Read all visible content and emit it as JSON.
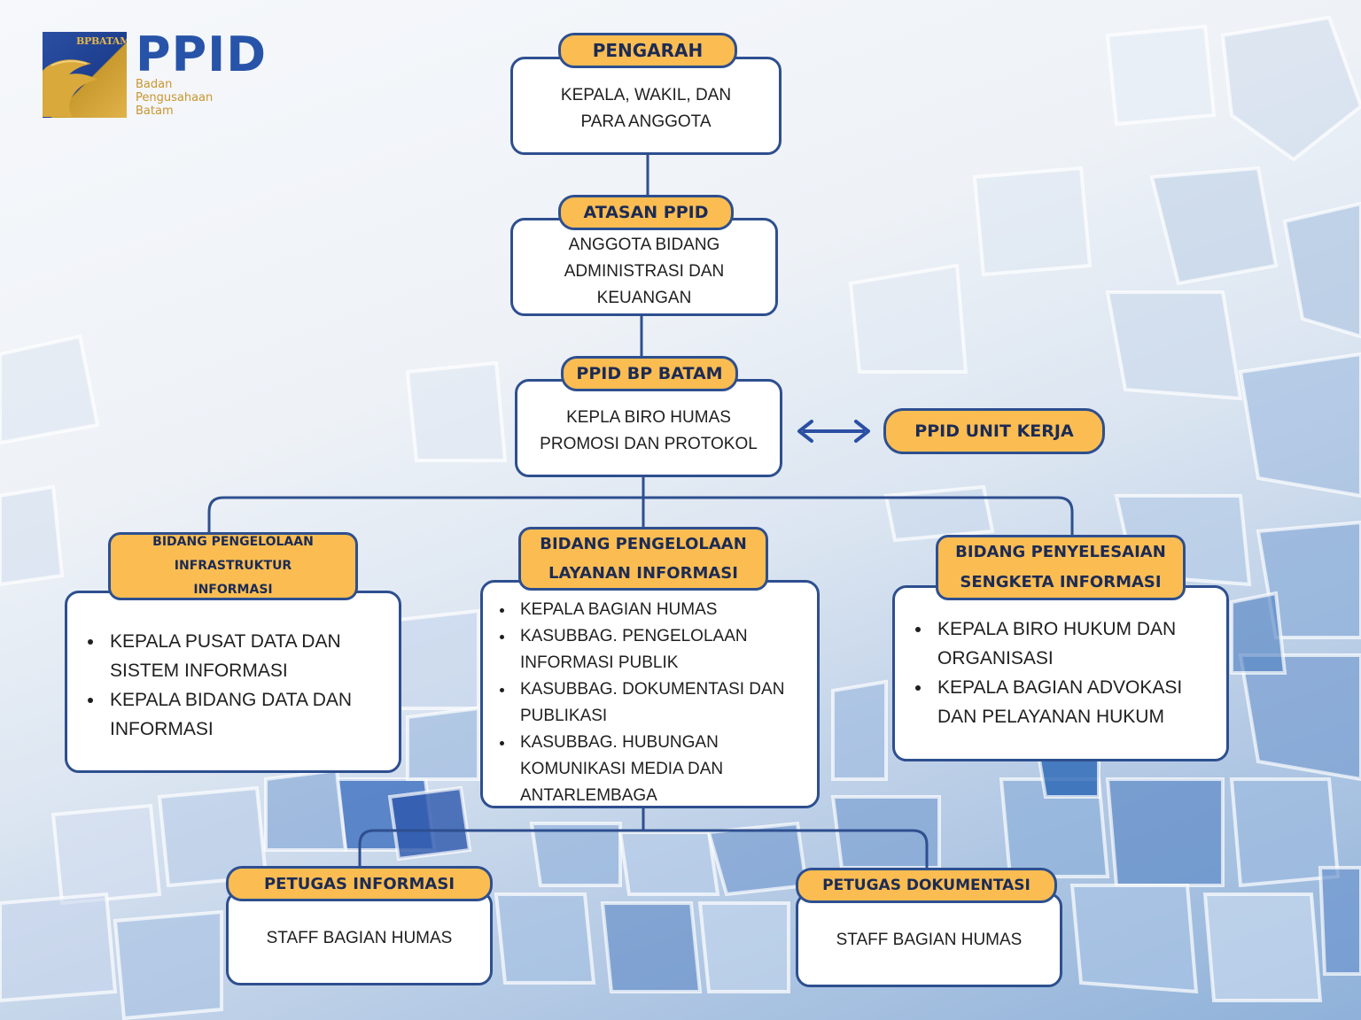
{
  "logo": {
    "badge_text": "BPBATAM",
    "title": "PPID",
    "subtitle_lines": [
      "Badan",
      "Pengusahaan",
      "Batam"
    ]
  },
  "pengarah": {
    "header": "PENGARAH",
    "lines": [
      "KEPALA, WAKIL, DAN",
      "PARA ANGGOTA"
    ]
  },
  "atasan": {
    "header": "ATASAN PPID",
    "lines": [
      "ANGGOTA BIDANG",
      "ADMINISTRASI DAN",
      "KEUANGAN"
    ]
  },
  "ppid_bp": {
    "header": "PPID BP BATAM",
    "lines": [
      "KEPLA BIRO HUMAS",
      "PROMOSI DAN PROTOKOL"
    ]
  },
  "ppid_unit": {
    "label": "PPID UNIT KERJA"
  },
  "infra": {
    "header_lines": [
      "BIDANG PENGELOLAAN",
      "INFRASTRUKTUR",
      "INFORMASI"
    ],
    "items": [
      "KEPALA PUSAT DATA DAN SISTEM INFORMASI",
      "KEPALA BIDANG DATA DAN INFORMASI"
    ]
  },
  "layanan": {
    "header_lines": [
      "BIDANG PENGELOLAAN",
      "LAYANAN INFORMASI"
    ],
    "items": [
      "KEPALA BAGIAN HUMAS",
      "KASUBBAG. PENGELOLAAN INFORMASI PUBLIK",
      "KASUBBAG. DOKUMENTASI DAN PUBLIKASI",
      "KASUBBAG. HUBUNGAN KOMUNIKASI MEDIA DAN ANTARLEMBAGA"
    ]
  },
  "sengketa": {
    "header_lines": [
      "BIDANG PENYELESAIAN",
      "SENGKETA INFORMASI"
    ],
    "items": [
      "KEPALA BIRO HUKUM DAN ORGANISASI",
      "KEPALA BAGIAN ADVOKASI DAN PELAYANAN HUKUM"
    ]
  },
  "petugas_informasi": {
    "header": "PETUGAS INFORMASI",
    "text": "STAFF BAGIAN HUMAS"
  },
  "petugas_dokumentasi": {
    "header": "PETUGAS DOKUMENTASI",
    "text": "STAFF BAGIAN HUMAS"
  },
  "colors": {
    "pill_fill": "#fbbd52",
    "border": "#2e4f8f",
    "logo_blue": "#2754a8",
    "logo_gold": "#c9962e"
  }
}
